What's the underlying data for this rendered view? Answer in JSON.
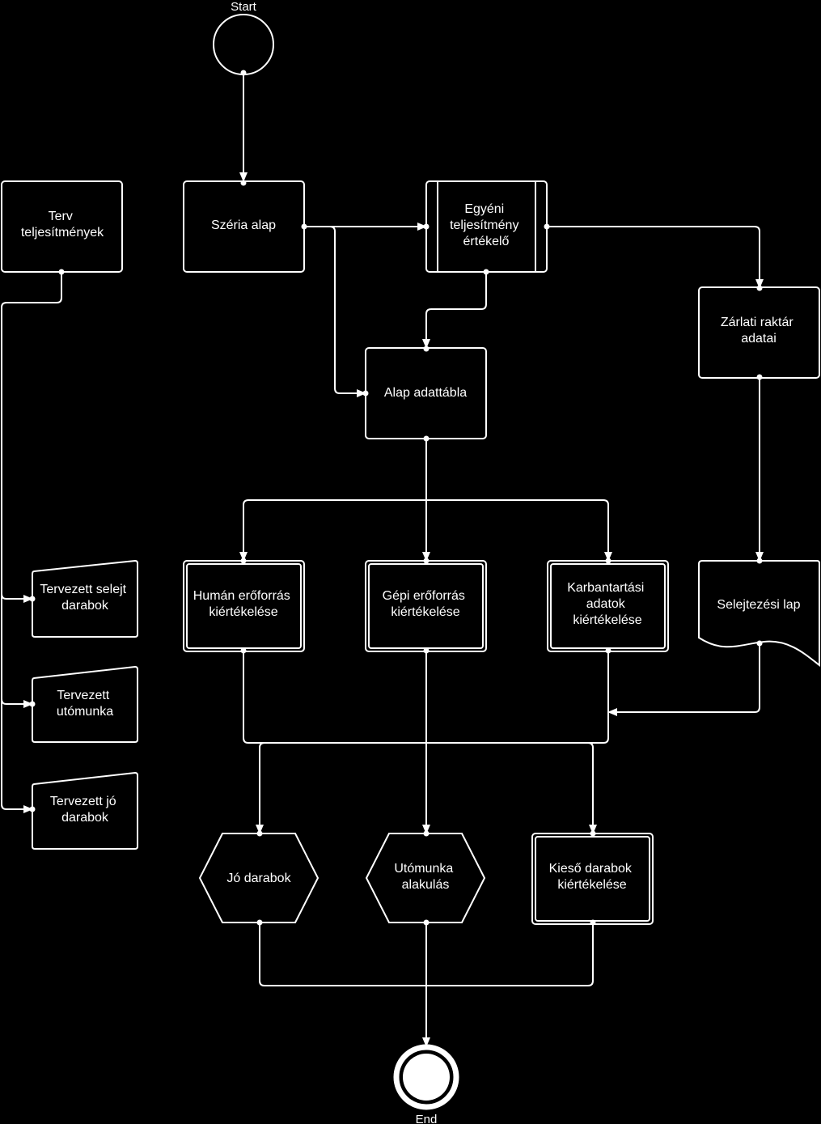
{
  "events": {
    "start": "Start",
    "end": "End"
  },
  "nodes": {
    "terv_teljesitmenyek": [
      "Terv",
      "teljesítmények"
    ],
    "szeria_alap": [
      "Széria alap"
    ],
    "egyeni_ertekelo": [
      "Egyéni",
      "teljesítmény",
      "értékelő"
    ],
    "zarlati_raktar": [
      "Zárlati raktár",
      "adatai"
    ],
    "alap_adattabla": [
      "Alap adattábla"
    ],
    "tervezett_selejt": [
      "Tervezett selejt",
      "darabok"
    ],
    "tervezett_utomunka": [
      "Tervezett",
      "utómunka"
    ],
    "tervezett_jo": [
      "Tervezett jó",
      "darabok"
    ],
    "human": [
      "Humán erőforrás",
      "kiértékelése"
    ],
    "gepi": [
      "Gépi erőforrás",
      "kiértékelése"
    ],
    "karbantartasi": [
      "Karbantartási",
      "adatok",
      "kiértékelése"
    ],
    "selejtezesi_lap": [
      "Selejtezési lap"
    ],
    "jo_darabok": [
      "Jó darabok"
    ],
    "utomunka": [
      "Utómunka",
      "alakulás"
    ],
    "kieso": [
      "Kieső darabok",
      "kiértékelése"
    ]
  }
}
